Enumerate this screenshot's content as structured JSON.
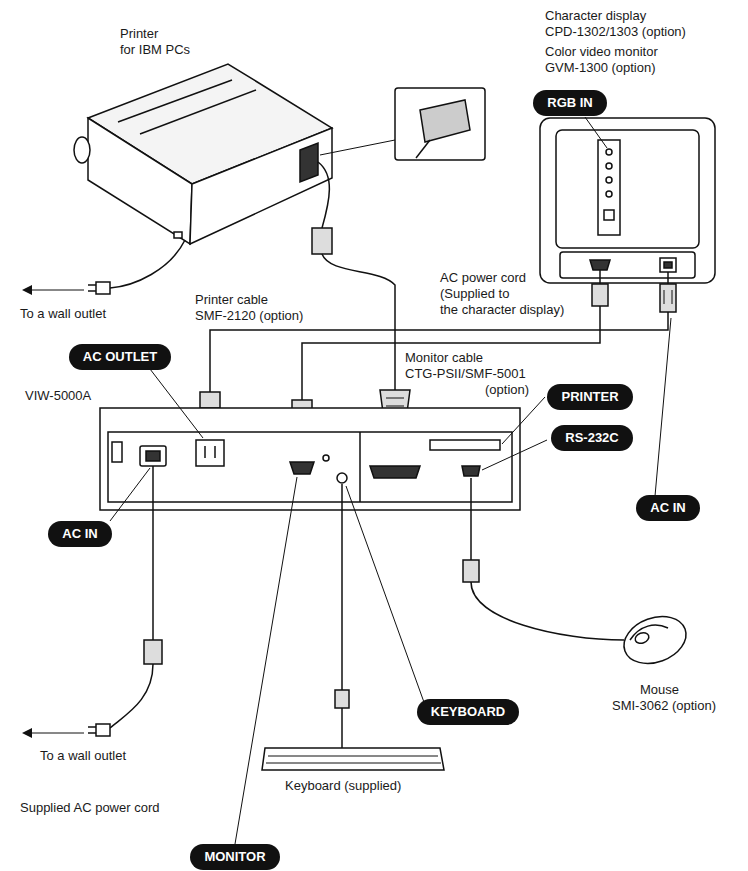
{
  "diagram": {
    "nodes": [
      {
        "text": [
          "RGB IN"
        ]
      },
      {
        "text": [
          "AC OUTLET"
        ]
      },
      {
        "text": [
          "PRINTER"
        ]
      },
      {
        "text": [
          "RS-232C"
        ]
      },
      {
        "text": [
          "AC IN"
        ]
      },
      {
        "text": [
          "AC IN"
        ]
      },
      {
        "text": [
          "KEYBOARD"
        ]
      },
      {
        "text": [
          "MONITOR"
        ]
      }
    ],
    "labels": [
      "Character display",
      "CPD-1302/1303 (option)",
      "Color video monitor",
      "GVM-1300 (option)",
      "Printer",
      "for IBM PCs",
      "To a wall outlet",
      "AC power cord",
      "(Supplied to",
      "the character display)",
      "Printer cable",
      "SMF-2120 (option)",
      "Monitor cable",
      "CTG-PSII/SMF-5001",
      "(option)",
      "VIW-5000A",
      "Mouse",
      "SMI-3062 (option)",
      "To a wall outlet",
      "Keyboard (supplied)",
      "Supplied AC power cord"
    ]
  }
}
